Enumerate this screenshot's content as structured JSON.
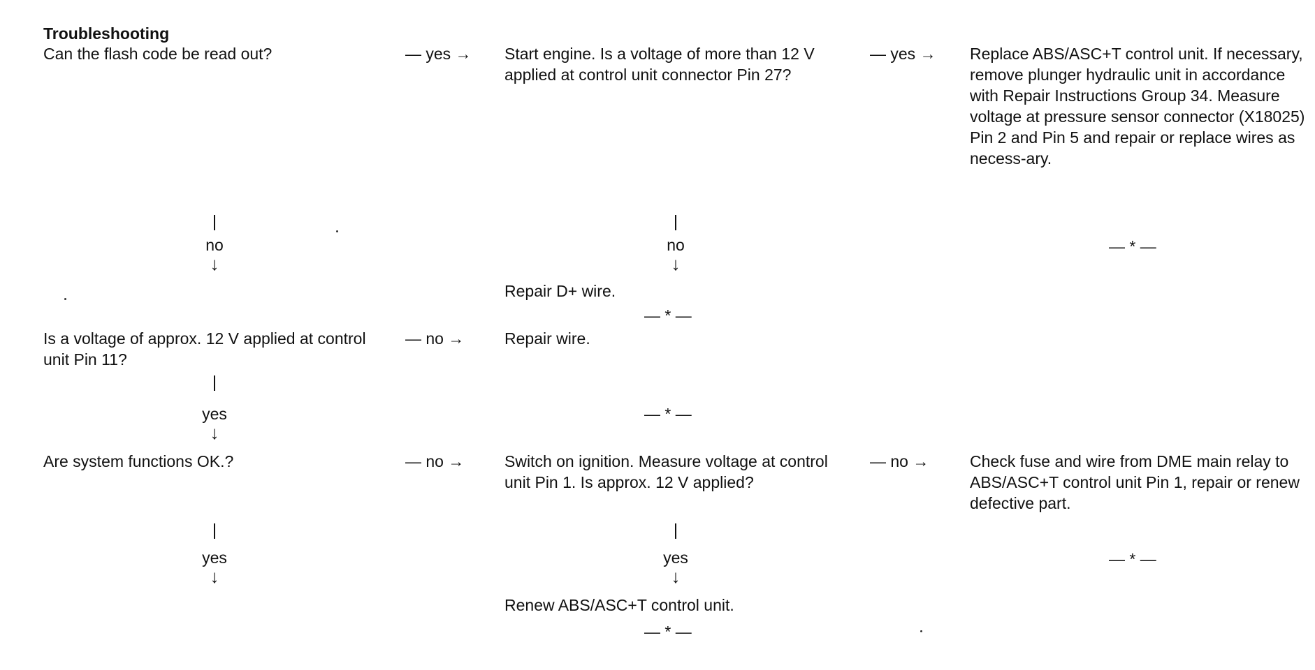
{
  "title": "Troubleshooting",
  "labels": {
    "yes_arrow": "— yes →",
    "no_arrow": "— no →",
    "yes": "yes",
    "no": "no",
    "down_arrow": "↓",
    "end_mark": "— * —"
  },
  "steps": {
    "q1": "Can the flash code be read out?",
    "q1_yes": "Start engine. Is a voltage of more than 12 V applied at control unit connector Pin 27?",
    "q1_yes_yes": "Replace ABS/ASC+T control unit. If necessary, remove plunger hydraulic unit in accordance with Repair Instructions Group 34. Measure voltage at pressure sensor connector (X18025) Pin 2 and Pin 5 and repair or replace wires as necess-ary.",
    "q1_yes_no": "Repair D+ wire.",
    "q2": "Is a voltage of approx. 12 V applied at control unit Pin 11?",
    "q2_no": "Repair wire.",
    "q3": "Are system functions OK.?",
    "q3_no": "Switch on ignition. Measure voltage at control unit Pin 1. Is approx. 12 V applied?",
    "q3_no_no": "Check fuse and wire from DME main relay to ABS/ASC+T control unit Pin 1, repair or renew defective part.",
    "q3_no_yes": "Renew ABS/ASC+T control unit."
  }
}
